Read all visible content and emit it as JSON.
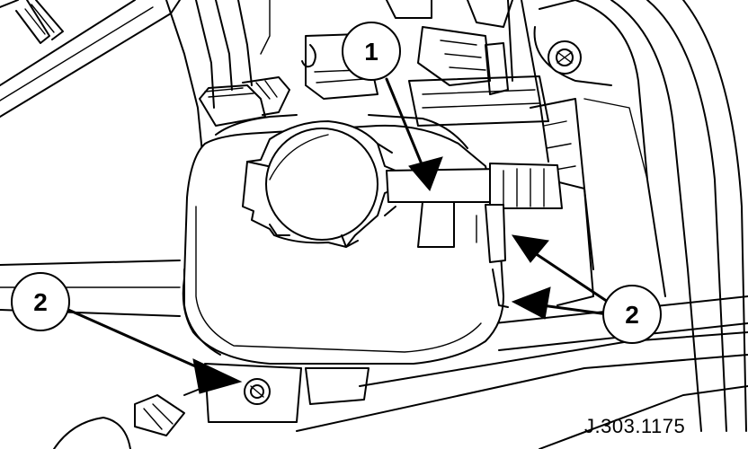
{
  "callouts": {
    "c1": "1",
    "c2_left": "2",
    "c2_right": "2"
  },
  "reference_code": "J.303.1175",
  "colors": {
    "line": "#000000",
    "background": "#ffffff"
  }
}
